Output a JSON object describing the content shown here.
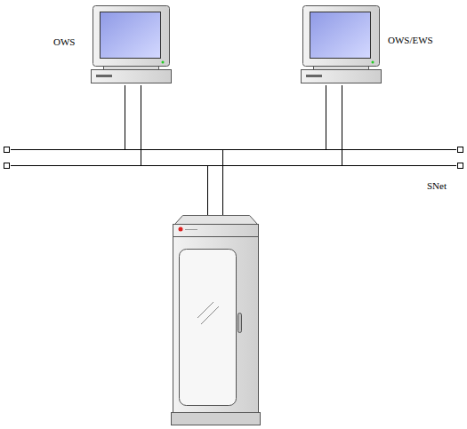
{
  "diagram": {
    "labels": [
      "OWS",
      "OWS/EWS",
      "SNet"
    ]
  }
}
